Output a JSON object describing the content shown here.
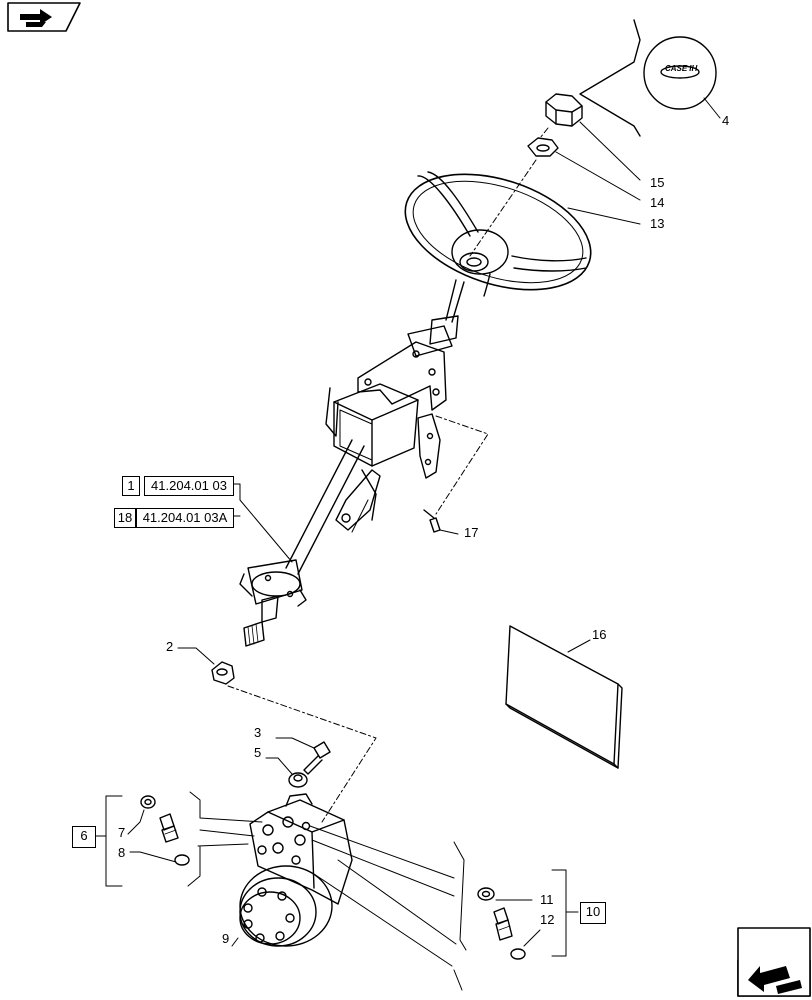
{
  "callouts": {
    "c1": "1",
    "c2": "2",
    "c3": "3",
    "c4": "4",
    "c5": "5",
    "c6": "6",
    "c7": "7",
    "c8": "8",
    "c9": "9",
    "c10": "10",
    "c11": "11",
    "c12": "12",
    "c13": "13",
    "c14": "14",
    "c15": "15",
    "c16": "16",
    "c17": "17",
    "c18": "18"
  },
  "references": {
    "ref_1": "41.204.01 03",
    "ref_18": "41.204.01 03A"
  },
  "logo_text": "CASE",
  "logo_text_suffix": "IH",
  "icons": {
    "top_left": "previous-page-icon",
    "bottom_right": "next-page-icon"
  }
}
